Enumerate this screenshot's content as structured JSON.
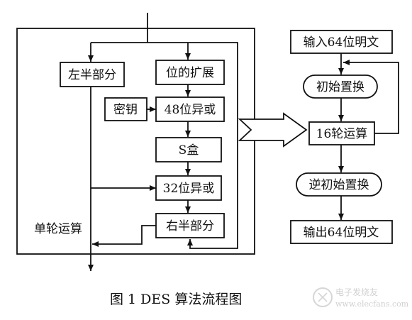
{
  "round_panel": {
    "left_half": "左半部分",
    "expansion": "位的扩展",
    "key": "密钥",
    "xor48": "48位异或",
    "sbox": "S盒",
    "xor32": "32位异或",
    "right_half": "右半部分",
    "label": "单轮运算"
  },
  "flow": {
    "input": "输入64位明文",
    "initial_perm": "初始置换",
    "rounds16": "16轮运算",
    "inverse_perm": "逆初始置换",
    "output": "输出64位明文"
  },
  "caption": "图 1   DES 算法流程图",
  "watermark": {
    "brand": "电子发烧友",
    "url": "www.elecfans.com"
  }
}
